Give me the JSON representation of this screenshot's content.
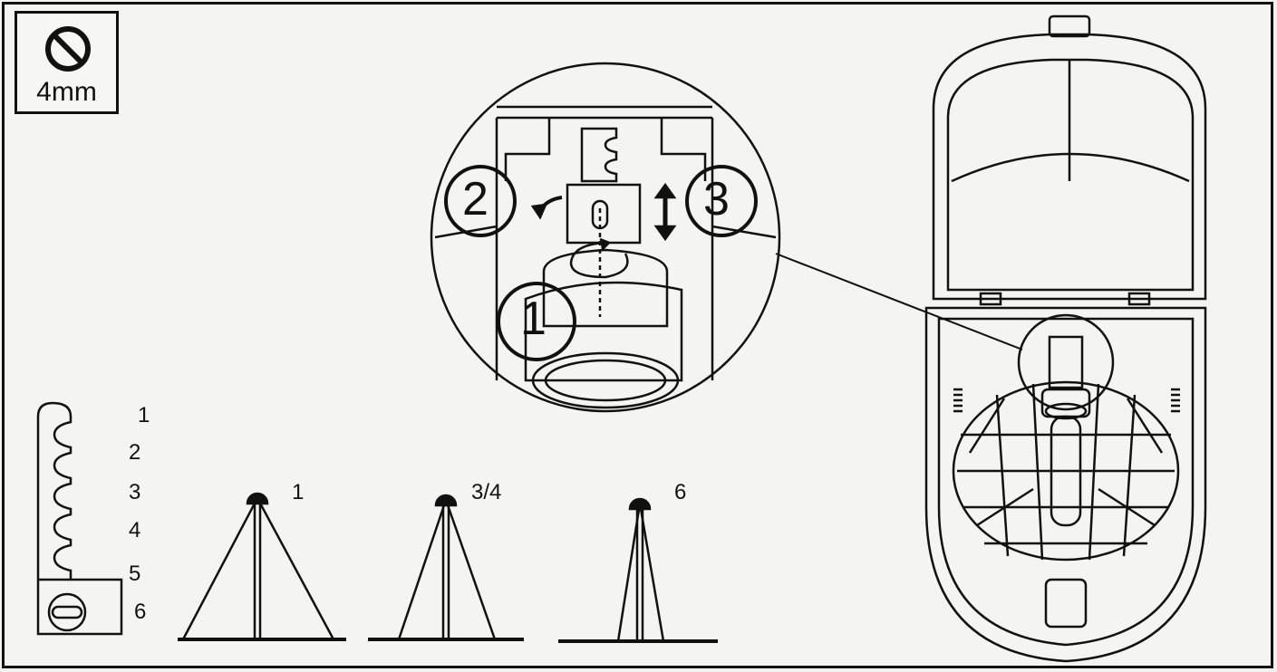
{
  "tool_box": {
    "size_label": "4mm",
    "icon": "hex-key-icon"
  },
  "positions": [
    "1",
    "2",
    "3",
    "4",
    "5",
    "6"
  ],
  "fans": [
    {
      "label": "1"
    },
    {
      "label": "3/4"
    },
    {
      "label": "6"
    }
  ],
  "callouts": [
    "1",
    "2",
    "3"
  ],
  "colors": {
    "line": "#111111",
    "paper": "#f4f4f2"
  }
}
